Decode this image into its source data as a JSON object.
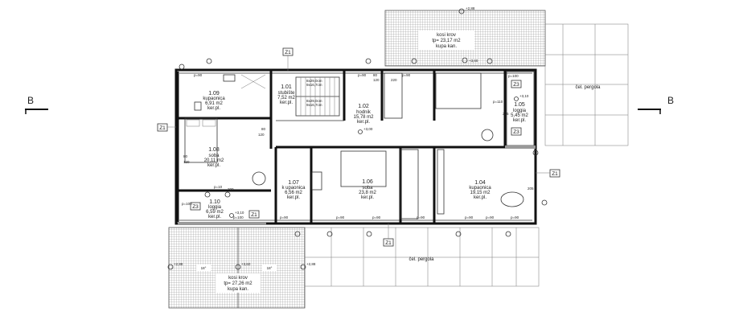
{
  "section_left": "B",
  "section_right": "B",
  "rooms": [
    {
      "id": "r109",
      "num": "1.09",
      "name": "kupaonica",
      "area": "6,91 m2",
      "floor": "ker.pl."
    },
    {
      "id": "r108",
      "num": "1.08",
      "name": "soba",
      "area": "20,11 m2",
      "floor": "ker.pl."
    },
    {
      "id": "r110",
      "num": "1.10",
      "name": "loggia",
      "area": "6,59 m2",
      "floor": "ker.pl."
    },
    {
      "id": "r101",
      "num": "1.01",
      "name": "stubište",
      "area": "7,52 m2",
      "floor": "ker.pl."
    },
    {
      "id": "r102",
      "num": "1.02",
      "name": "hodnik",
      "area": "15,78 m2",
      "floor": "ker.pl."
    },
    {
      "id": "r107",
      "num": "1.07",
      "name": "k upaonica",
      "area": "6,56 m2",
      "floor": "ker.pl."
    },
    {
      "id": "r106",
      "num": "1.06",
      "name": "soba",
      "area": "23,8 m2",
      "floor": "ker.pl."
    },
    {
      "id": "r104",
      "num": "1.04",
      "name": "kupaonica",
      "area": "19,15 m2",
      "floor": "ker.pl."
    },
    {
      "id": "r105",
      "num": "1.05",
      "name": "loggia",
      "area": "5,45 m2",
      "floor": "ker.pl."
    }
  ],
  "roof_top": {
    "line1": "kosi krov",
    "line2": "tp= 23,17 m2",
    "line3": "kupa kan."
  },
  "roof_bottom": {
    "line1": "kosi krov",
    "line2": "tp= 27,26 m2",
    "line3": "kupa kan."
  },
  "roof_bottom_angles": [
    "18°",
    "18°"
  ],
  "pergola_right": "čel. pergola",
  "pergola_bottom": "čel. pergola",
  "stair_label_1": "8x29,0cm",
  "stair_label_2": "9x16,7cm",
  "stair_label_3": "8x29,0cm",
  "stair_label_4": "9x16,7cm",
  "z_tags": {
    "z1_top": "Z1",
    "z1_left": "Z1",
    "z1_bottom": "Z1",
    "z1_right": "Z1",
    "z1_loggia": "Z1",
    "z3_loggia": "Z3",
    "z3_right_top": "Z3",
    "z3_right_bottom": "Z3"
  },
  "elevations": {
    "top_roof": "+2,88",
    "top_ridge": "+3,60",
    "hall": "+3,00",
    "loggia_left": "+3,10",
    "loggia_right": "+3,10",
    "bottom_left": "+2,88",
    "bottom_mid": "+3,60",
    "bottom_right": "+2,88"
  },
  "dims": {
    "p90_a": "p=90",
    "p90_b": "p=90",
    "p90_c": "p=90",
    "p90_d": "p=90",
    "p90_e": "p=90",
    "p90_f": "p=90",
    "p90_g": "p=90",
    "p90_h": "p=90",
    "p90_i": "p=90",
    "p90_j": "p=90",
    "p100_a": "p=100",
    "p100_b": "p=100",
    "p100_c": "p=100",
    "p10": "p=10",
    "p110": "p=110",
    "w80": "80",
    "w120": "120",
    "w80b": "80",
    "w120b": "120",
    "w80c": "80",
    "w120c": "120",
    "w200": "200",
    "w220": "220",
    "w205": "205",
    "w205b": "205"
  }
}
